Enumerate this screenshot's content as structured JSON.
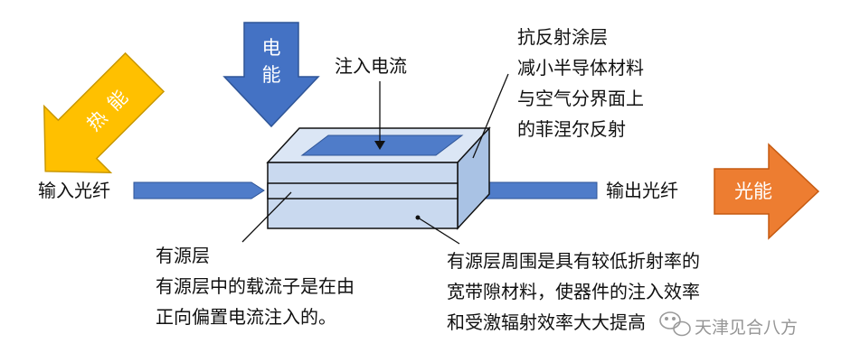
{
  "colors": {
    "electric": "#4472c4",
    "heat": "#ffc000",
    "light": "#ed7d31",
    "device_face": "#c9d9ef",
    "device_top": "#dbe6f5",
    "device_side": "#a9c2e4",
    "contact": "#4f7cc9",
    "fiber": "#4f7cc9"
  },
  "arrows": {
    "electric_energy": [
      "电",
      "能"
    ],
    "heat_energy": [
      "热",
      "能"
    ],
    "light_energy": "光能"
  },
  "labels": {
    "injection_current": "注入电流",
    "anti_reflection": [
      "抗反射涂层",
      "减小半导体材料",
      "与空气分界面上",
      "的菲涅尔反射"
    ],
    "input_fiber": "输入光纤",
    "output_fiber": "输出光纤",
    "active_layer": [
      "有源层",
      "有源层中的载流子是在由",
      "正向偏置电流注入的。"
    ],
    "surrounding": [
      "有源层周围是具有较低折射率的",
      "宽带隙材料，使器件的注入效率",
      "和受激辐射效率大大提高"
    ]
  },
  "watermark": "天津见合八方"
}
